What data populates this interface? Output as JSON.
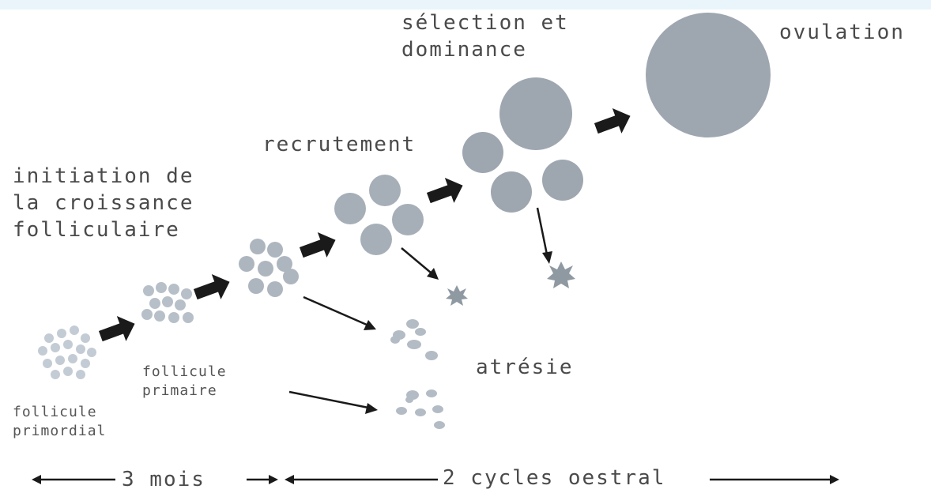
{
  "labels": {
    "initiation": "initiation de\nla croissance\nfolliculaire",
    "recrutement": "recrutement",
    "selection": "sélection et\ndominance",
    "ovulation": "ovulation",
    "atresie": "atrésie",
    "primordial": "follicule\nprimordial",
    "primaire": "follicule\nprimaire"
  },
  "timeline": {
    "mois": "3 mois",
    "cycles": "2 cycles oestral"
  },
  "colors": {
    "follicle_small": "#b9c3cc",
    "follicle_mid": "#a7b0b9",
    "follicle_large": "#9aa3ac",
    "arrow": "#1a1a1a",
    "text": "#4a4a4a"
  }
}
